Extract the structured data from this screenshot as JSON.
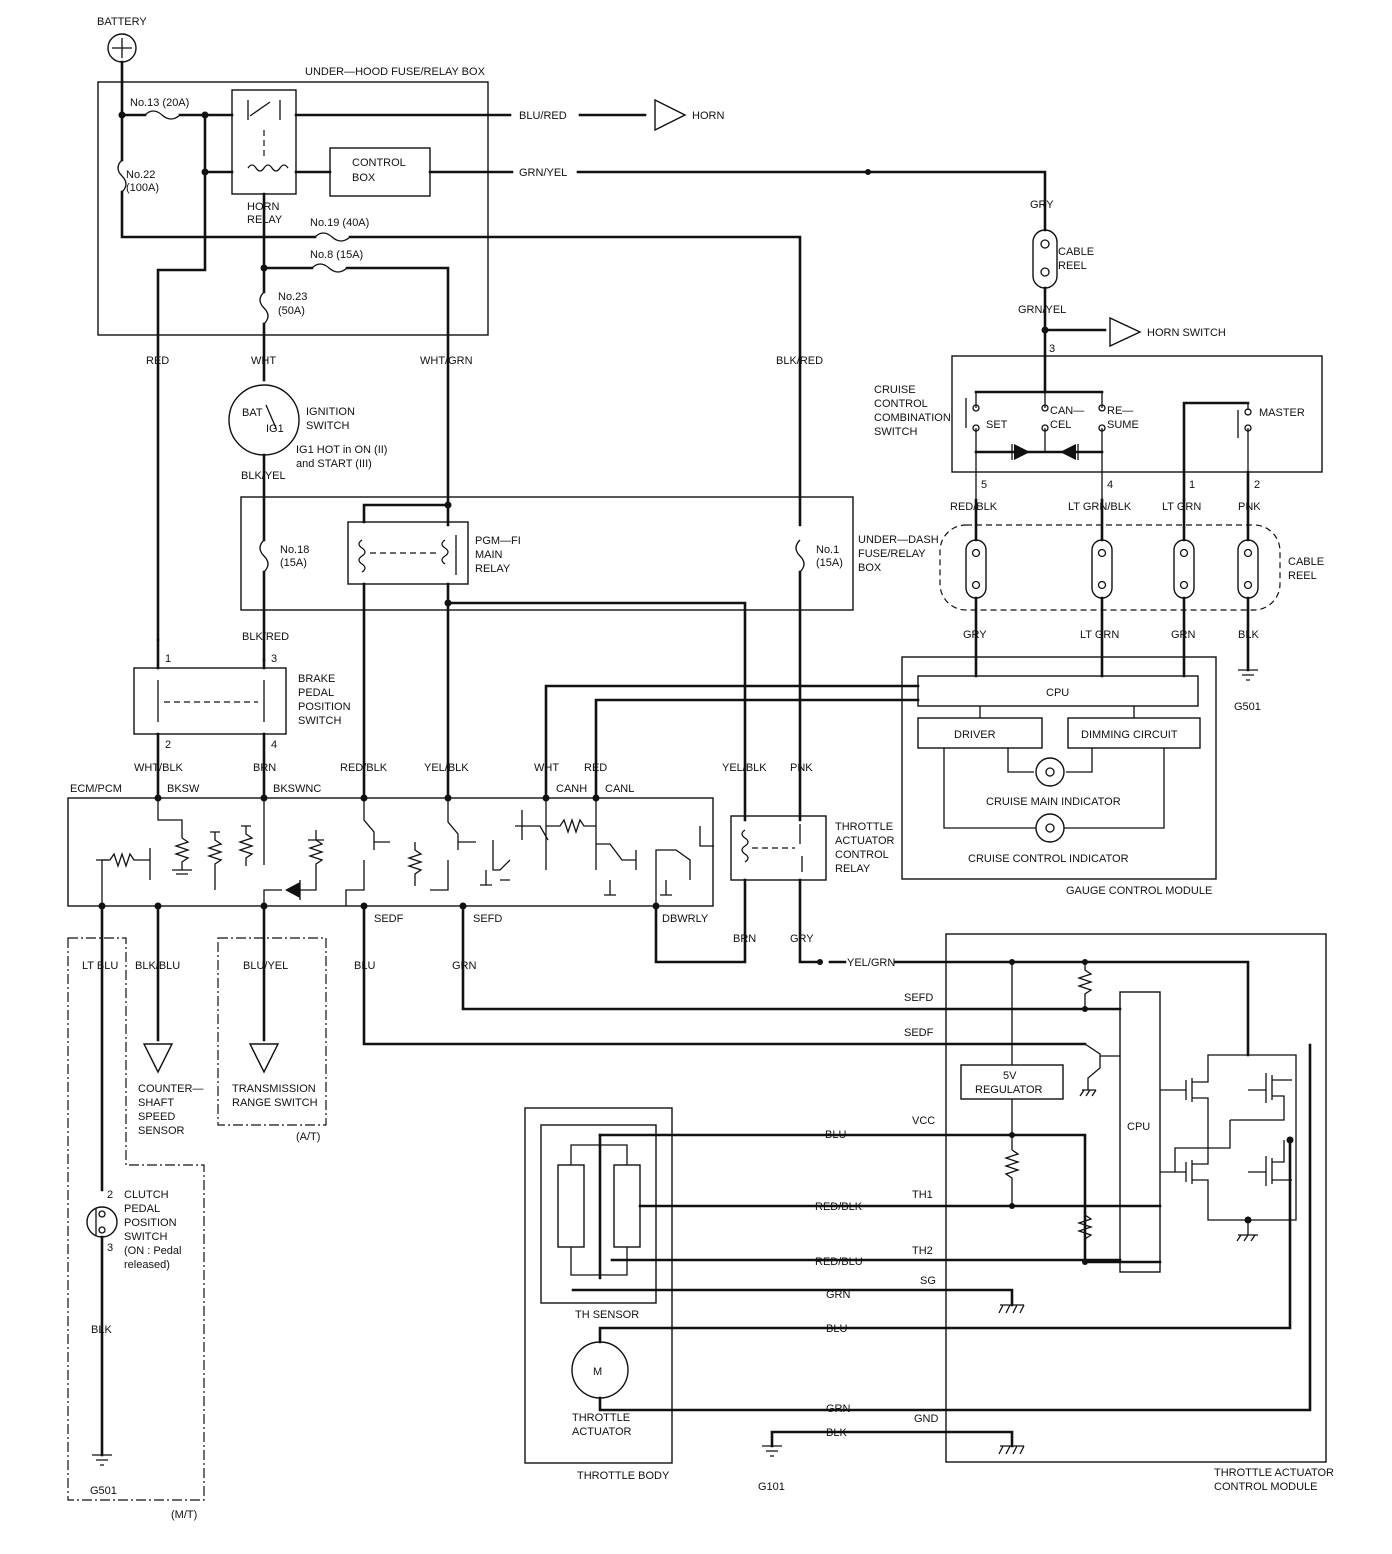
{
  "power": {
    "battery": "BATTERY",
    "underhood_box": "UNDER—HOOD FUSE/RELAY BOX",
    "fuse13": "No.13 (20A)",
    "fuse22_a": "No.22",
    "fuse22_b": "(100A)",
    "fuse19": "No.19 (40A)",
    "fuse8": "No.8 (15A)",
    "fuse23_a": "No.23",
    "fuse23_b": "(50A)",
    "horn_relay_a": "HORN",
    "horn_relay_b": "RELAY",
    "control_box_a": "CONTROL",
    "control_box_b": "BOX",
    "horn": "HORN"
  },
  "ignition": {
    "bat": "BAT",
    "ig1": "IG1",
    "name_a": "IGNITION",
    "name_b": "SWITCH",
    "note_a": "IG1 HOT in ON (II)",
    "note_b": "and START (III)"
  },
  "underdash": {
    "box_a": "UNDER—DASH",
    "box_b": "FUSE/RELAY",
    "box_c": "BOX",
    "fuse18_a": "No.18",
    "fuse18_b": "(15A)",
    "fuse1_a": "No.1",
    "fuse1_b": "(15A)",
    "pgm_a": "PGM—FI",
    "pgm_b": "MAIN",
    "pgm_c": "RELAY"
  },
  "brake": {
    "a": "BRAKE",
    "b": "PEDAL",
    "c": "POSITION",
    "d": "SWITCH",
    "pin1": "1",
    "pin2": "2",
    "pin3": "3",
    "pin4": "4"
  },
  "ecm": {
    "name": "ECM/PCM",
    "bksw": "BKSW",
    "bkswnc": "BKSWNC",
    "canh": "CANH",
    "canl": "CANL",
    "sedf": "SEDF",
    "sefd": "SEFD",
    "dbwrly": "DBWRLY"
  },
  "wires": {
    "blu_red": "BLU/RED",
    "grn_yel": "GRN/YEL",
    "gry": "GRY",
    "red": "RED",
    "wht": "WHT",
    "wht_grn": "WHT/GRN",
    "blk_red": "BLK/RED",
    "blk_yel": "BLK/YEL",
    "wht_blk": "WHT/BLK",
    "brn": "BRN",
    "red_blk": "RED/BLK",
    "yel_blk": "YEL/BLK",
    "pnk": "PNK",
    "lt_blu": "LT BLU",
    "blk_blu": "BLK/BLU",
    "blu_yel": "BLU/YEL",
    "blu": "BLU",
    "grn": "GRN",
    "lt_grn_blk": "LT GRN/BLK",
    "lt_grn": "LT GRN",
    "blk": "BLK",
    "yel_grn": "YEL/GRN",
    "red_blu": "RED/BLU"
  },
  "cruise": {
    "cable_reel_a": "CABLE",
    "cable_reel_b": "REEL",
    "horn_switch": "HORN SWITCH",
    "pin3": "3",
    "name_a": "CRUISE",
    "name_b": "CONTROL",
    "name_c": "COMBINATION",
    "name_d": "SWITCH",
    "set": "SET",
    "can_a": "CAN—",
    "can_b": "CEL",
    "re_a": "RE—",
    "re_b": "SUME",
    "master": "MASTER",
    "pin5": "5",
    "pin4": "4",
    "pin1": "1",
    "pin2": "2"
  },
  "gauge": {
    "cpu": "CPU",
    "driver": "DRIVER",
    "dimming": "DIMMING CIRCUIT",
    "main_indicator": "CRUISE MAIN INDICATOR",
    "control_indicator": "CRUISE CONTROL INDICATOR",
    "module": "GAUGE CONTROL MODULE",
    "ground": "G501"
  },
  "tac_relay": {
    "a": "THROTTLE",
    "b": "ACTUATOR",
    "c": "CONTROL",
    "d": "RELAY"
  },
  "sensors": {
    "counter_a": "COUNTER—",
    "counter_b": "SHAFT",
    "counter_c": "SPEED",
    "counter_d": "SENSOR",
    "trans_a": "TRANSMISSION",
    "trans_b": "RANGE SWITCH",
    "at": "(A/T)",
    "clutch_a": "CLUTCH",
    "clutch_b": "PEDAL",
    "clutch_c": "POSITION",
    "clutch_d": "SWITCH",
    "clutch_e": "(ON : Pedal",
    "clutch_f": "released)",
    "clutch_pin2": "2",
    "clutch_pin3": "3",
    "ground": "G501",
    "mt": "(M/T)"
  },
  "throttle": {
    "th_sensor": "TH SENSOR",
    "motor": "M",
    "actuator_a": "THROTTLE",
    "actuator_b": "ACTUATOR",
    "body": "THROTTLE BODY",
    "ground": "G101"
  },
  "tacm": {
    "sefd": "SEFD",
    "sedf": "SEDF",
    "regulator_a": "5V",
    "regulator_b": "REGULATOR",
    "cpu": "CPU",
    "vcc": "VCC",
    "th1": "TH1",
    "th2": "TH2",
    "sg": "SG",
    "gnd": "GND",
    "module_a": "THROTTLE ACTUATOR",
    "module_b": "CONTROL MODULE"
  }
}
